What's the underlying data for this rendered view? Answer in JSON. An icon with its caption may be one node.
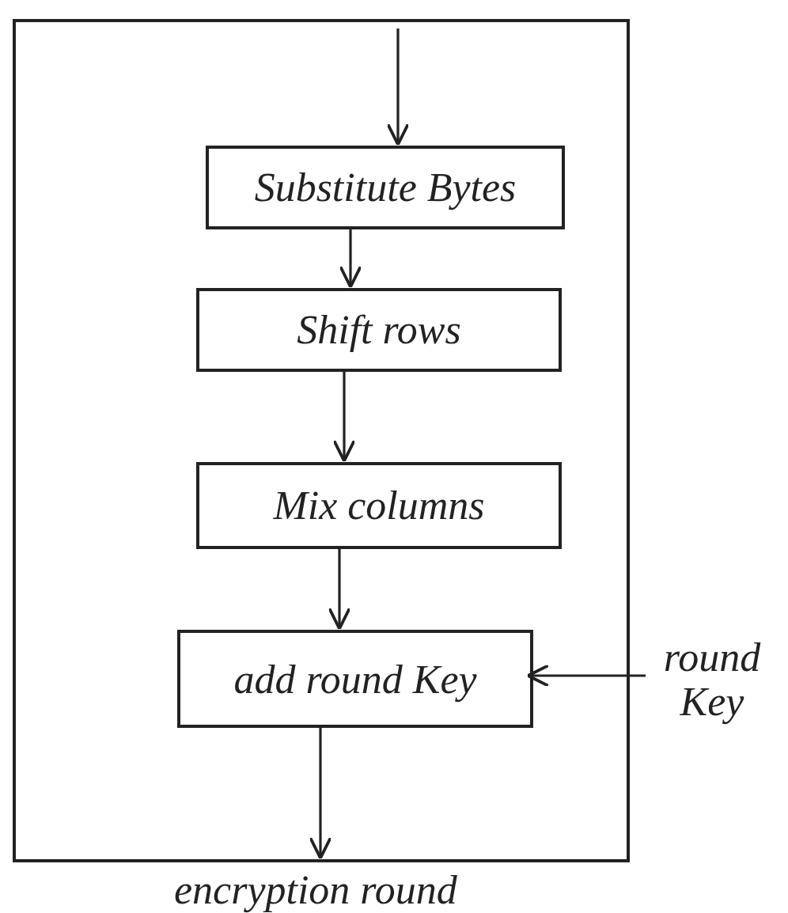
{
  "diagram": {
    "nodes": [
      {
        "text": [
          "encryption round"
        ]
      },
      {
        "text": [
          "Substitute Bytes"
        ],
        "in": 0
      },
      {
        "text": [
          "Shift rows"
        ],
        "in": 0
      },
      {
        "text": [
          "Mix columns"
        ],
        "in": 0
      },
      {
        "text": [
          "add round Key"
        ],
        "in": 0
      },
      {
        "text": [
          "round Key"
        ]
      }
    ],
    "edges": [
      {
        "from": null,
        "to": 1,
        "arrow": "to"
      },
      {
        "from": 1,
        "to": 2,
        "arrow": "to"
      },
      {
        "from": 2,
        "to": 3,
        "arrow": "to"
      },
      {
        "from": 3,
        "to": 4,
        "arrow": "to"
      },
      {
        "from": 5,
        "to": 4,
        "arrow": "to"
      },
      {
        "from": 4,
        "to": null,
        "arrow": "to"
      }
    ]
  }
}
